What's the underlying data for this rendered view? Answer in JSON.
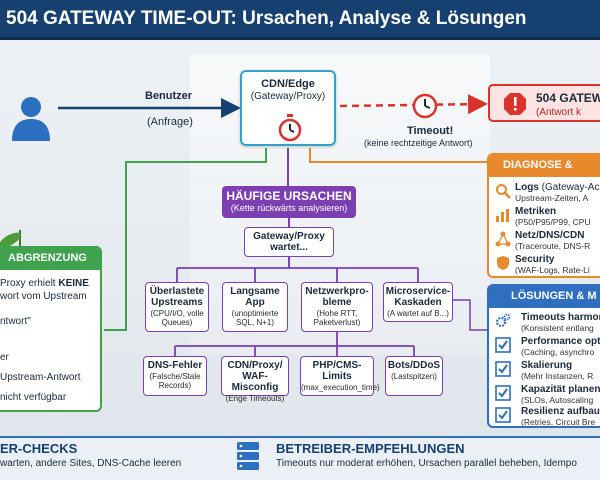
{
  "title": "504 GATEWAY TIME-OUT: Ursachen, Analyse & Lösungen",
  "flow": {
    "user_label": "Benutzer",
    "request_label": "(Anfrage)",
    "cdn_title": "CDN/Edge",
    "cdn_subtitle": "(Gateway/Proxy)",
    "timeout_label": "Timeout!",
    "timeout_sub": "(keine rechtzeitige Antwort)",
    "gateway_title": "504 GATEW",
    "gateway_sub": "(Antwort k"
  },
  "causes": {
    "header_title": "HÄUFIGE URSACHEN",
    "header_sub": "(Kette rückwärts analysieren)",
    "root_line1": "Gateway/Proxy",
    "root_line2": "wartet...",
    "items": [
      {
        "title": "Überlastete Upstreams",
        "sub": "(CPU/I/O, volle Queues)"
      },
      {
        "title": "Langsame App",
        "sub": "(unoptimierte SQL, N+1)"
      },
      {
        "title": "Netzwerkpro-bleme",
        "sub": "(Hohe RTT, Paketverlust)"
      },
      {
        "title": "Microservice-Kaskaden",
        "sub": "(A wartet auf B...)"
      },
      {
        "title": "DNS-Fehler",
        "sub": "(Falsche/Stale Records)"
      },
      {
        "title": "CDN/Proxy/ WAF-Misconfig",
        "sub": "(Enge Timeouts)"
      },
      {
        "title": "PHP/CMS-Limits",
        "sub": "(max_execution_time)"
      },
      {
        "title": "Bots/DDoS",
        "sub": "(Lastspitzen)"
      }
    ]
  },
  "abgrenzung": {
    "title": "ABGRENZUNG",
    "lines": [
      {
        "pre": "Proxy erhielt ",
        "bold": "KEINE"
      },
      {
        "pre": "wort vom Upstream",
        "bold": ""
      },
      {
        "pre": "ntwort\"",
        "bold": ""
      },
      {
        "pre": "er",
        "bold": ""
      },
      {
        "pre": "Upstream-Antwort",
        "bold": ""
      },
      {
        "pre": "nicht verfügbar",
        "bold": ""
      }
    ]
  },
  "diagnose": {
    "title": "DIAGNOSE &",
    "items": [
      {
        "icon": "search-icon",
        "title": "Logs",
        "title_rest": " (Gateway-Ac",
        "sub": "Upstream-Zeiten, A"
      },
      {
        "icon": "chart-icon",
        "title": "Metriken",
        "title_rest": "",
        "sub": "(P50/P95/P99, CPU"
      },
      {
        "icon": "network-icon",
        "title": "Netz/DNS/CDN",
        "title_rest": "",
        "sub": "(Traceroute, DNS-R"
      },
      {
        "icon": "shield-icon",
        "title": "Security",
        "title_rest": "",
        "sub": "(WAF-Logs, Rate-Li"
      }
    ]
  },
  "loesungen": {
    "title": "LÖSUNGEN & M",
    "items": [
      {
        "icon": "gears-icon",
        "title": "Timeouts harmon",
        "sub": "(Konsistent entlang"
      },
      {
        "icon": "check-icon",
        "title": "Performance opt",
        "sub": "(Caching, asynchro"
      },
      {
        "icon": "check-icon",
        "title": "Skalierung",
        "sub": "(Mehr Instanzen, R"
      },
      {
        "icon": "check-icon",
        "title": "Kapazität planen",
        "sub": "(SLOs, Autoscaling"
      },
      {
        "icon": "check-icon",
        "title": "Resilienz aufbau",
        "sub": "(Retries, Circuit Bre"
      }
    ]
  },
  "bottom": {
    "user_checks_title": "ER-CHECKS",
    "user_checks_text": "warten, andere Sites, DNS-Cache leeren",
    "operator_title": "BETREIBER-EMPFEHLUNGEN",
    "operator_text": "Timeouts nur moderat erhöhen, Ursachen parallel beheben, Idempo"
  },
  "colors": {
    "title_bg": "#15406f",
    "cdn_border": "#33a2c9",
    "error_red": "#d9342b",
    "causes_purple": "#7b3fb1",
    "abgrenzung_green": "#3fa34d",
    "diagnose_orange": "#e8892b",
    "loesungen_blue": "#2f6fbf"
  }
}
